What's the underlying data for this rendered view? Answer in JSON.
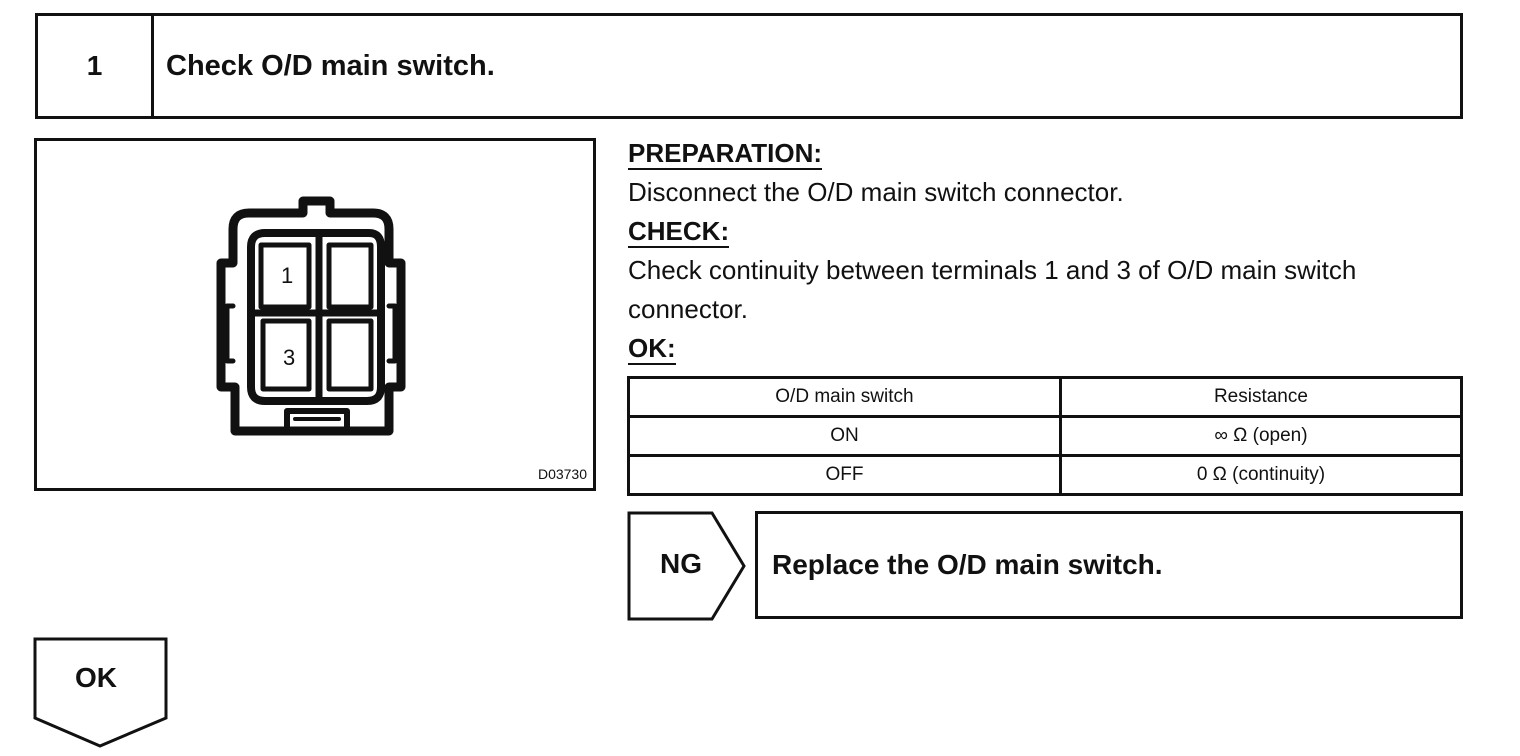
{
  "step": {
    "number": "1",
    "title": "Check O/D main switch."
  },
  "figure": {
    "code": "D03730",
    "terminal_labels": [
      "1",
      "3"
    ]
  },
  "preparation": {
    "heading": "PREPARATION:",
    "text": "Disconnect the O/D main switch connector."
  },
  "check": {
    "heading": "CHECK:",
    "line1": "Check continuity between terminals 1 and 3 of O/D main switch",
    "line2": "connector."
  },
  "ok_spec": {
    "heading": "OK:",
    "columns": [
      "O/D main switch",
      "Resistance"
    ],
    "rows": [
      [
        "ON",
        "∞ Ω (open)"
      ],
      [
        "OFF",
        "0 Ω (continuity)"
      ]
    ]
  },
  "ng": {
    "label": "NG",
    "action": "Replace the O/D main switch."
  },
  "ok_flow": {
    "label": "OK"
  }
}
